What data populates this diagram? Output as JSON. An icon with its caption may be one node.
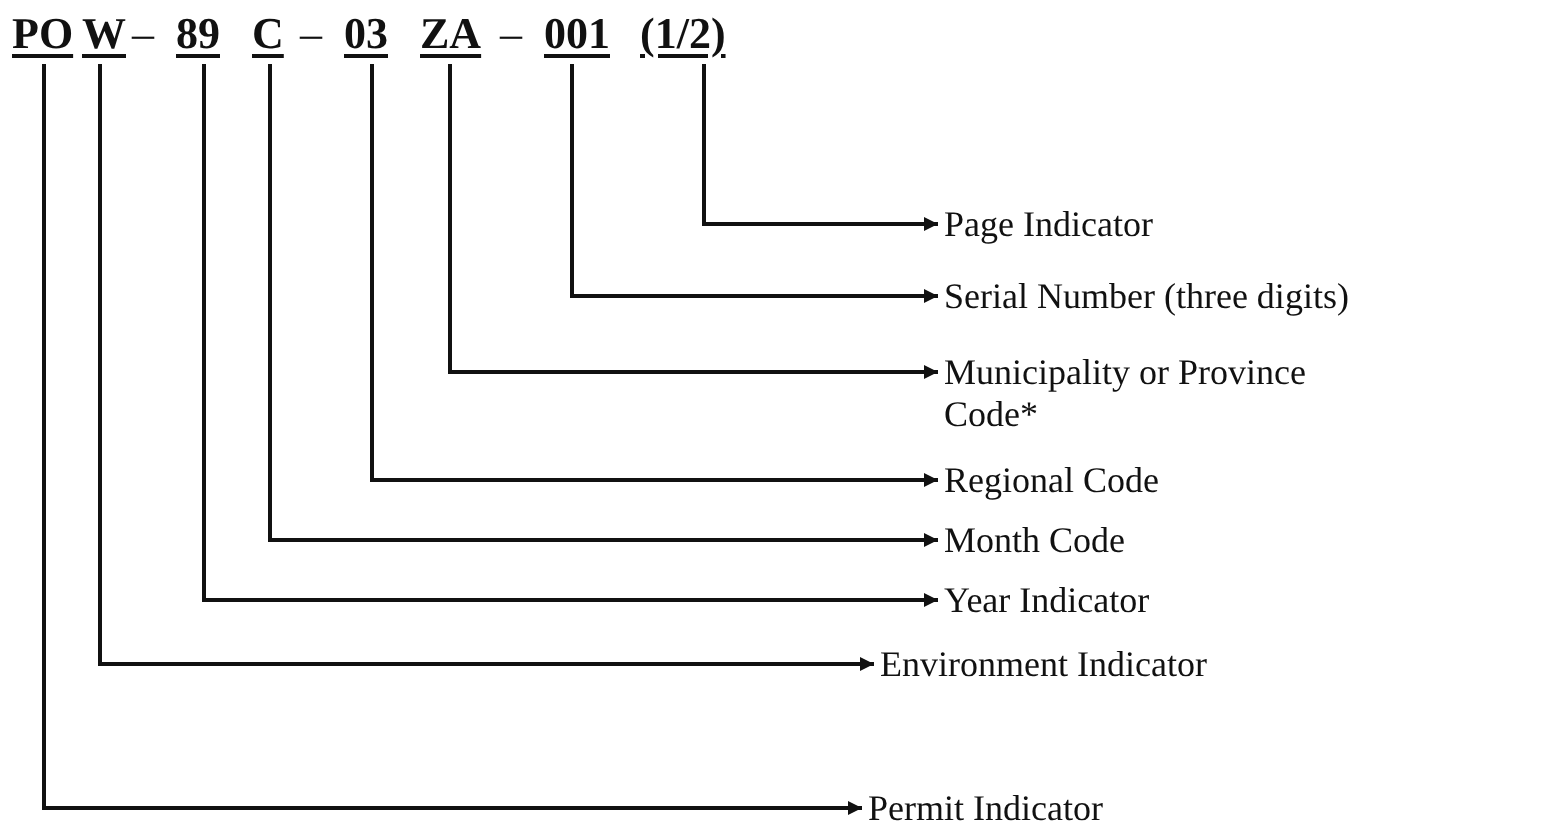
{
  "diagram": {
    "nodes": [
      {
        "text": [
          "PO"
        ]
      },
      {
        "text": [
          "W"
        ]
      },
      {
        "text": [
          "89"
        ]
      },
      {
        "text": [
          "C"
        ]
      },
      {
        "text": [
          "03"
        ]
      },
      {
        "text": [
          "ZA"
        ]
      },
      {
        "text": [
          "001"
        ]
      },
      {
        "text": [
          "(1/2)"
        ]
      },
      {
        "text": [
          "Page Indicator"
        ]
      },
      {
        "text": [
          "Serial Number (three digits)"
        ]
      },
      {
        "text": [
          "Municipality or Province Code*"
        ]
      },
      {
        "text": [
          "Regional Code"
        ]
      },
      {
        "text": [
          "Month Code"
        ]
      },
      {
        "text": [
          "Year Indicator"
        ]
      },
      {
        "text": [
          "Environment Indicator"
        ]
      },
      {
        "text": [
          "Permit Indicator"
        ]
      }
    ],
    "edges": [
      {
        "from": 7,
        "to": 8,
        "arrow": "to"
      },
      {
        "from": 6,
        "to": 9,
        "arrow": "to"
      },
      {
        "from": 5,
        "to": 10,
        "arrow": "to"
      },
      {
        "from": 4,
        "to": 11,
        "arrow": "to"
      },
      {
        "from": 3,
        "to": 12,
        "arrow": "to"
      },
      {
        "from": 2,
        "to": 13,
        "arrow": "to"
      },
      {
        "from": 1,
        "to": 14,
        "arrow": "to"
      },
      {
        "from": 0,
        "to": 15,
        "arrow": "to"
      }
    ],
    "labels": [
      "–",
      "–",
      "–"
    ]
  }
}
